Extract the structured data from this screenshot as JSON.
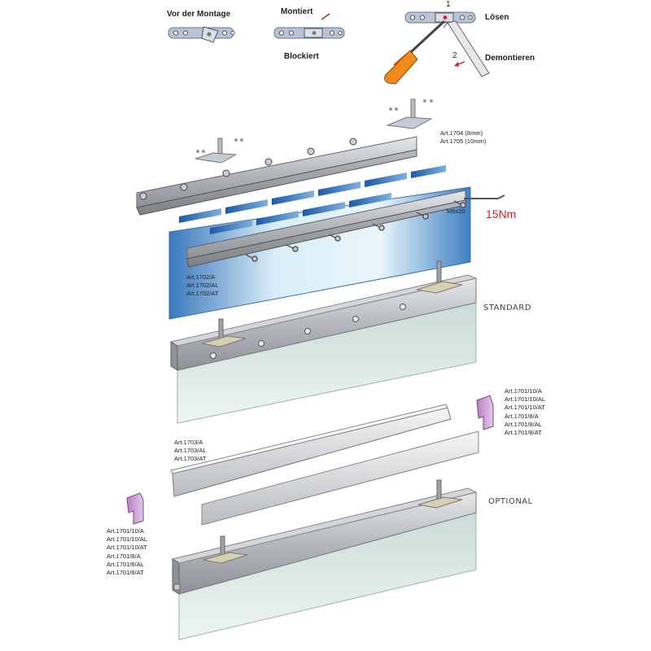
{
  "top_steps": {
    "vor_der_montage": "Vor der Montage",
    "montiert": "Montiert",
    "blockiert": "Blockiert",
    "loesen": "Lösen",
    "demontieren": "Demontieren",
    "step1": "1",
    "step2": "2"
  },
  "exploded": {
    "art_1704": "Art.1704 (8mm)",
    "art_1705": "Art.1705 (10mm)",
    "screw_size": "M6x20",
    "torque": "15Nm",
    "art_1702": [
      "Art.1702/A",
      "Art.1702/AL",
      "Art.1702/AT"
    ]
  },
  "standard_label": "STANDARD",
  "optional_label": "OPTIONAL",
  "endcap_right_arts": [
    "Art.1701/10/A",
    "Art.1701/10/AL",
    "Art.1701/10/AT",
    "Art.1701/8/A",
    "Art.1701/8/AL",
    "Art.1701/8/AT"
  ],
  "cover_arts": [
    "Art.1703/A",
    "Art.1703/AL",
    "Art.1703/AT"
  ],
  "endcap_left_arts": [
    "Art.1701/10/A",
    "Art.1701/10/AL",
    "Art.1701/10/AT",
    "Art.1701/8/A",
    "Art.1701/8/AL",
    "Art.1701/8/AT"
  ],
  "colors": {
    "glass": "#cfe6ef",
    "glass_blue": "#2c6fb4",
    "aluminium": "#a9adb3",
    "screwdriver": "#f08a1a",
    "endcap": "#c79ad0",
    "torque_red": "#d62020"
  }
}
